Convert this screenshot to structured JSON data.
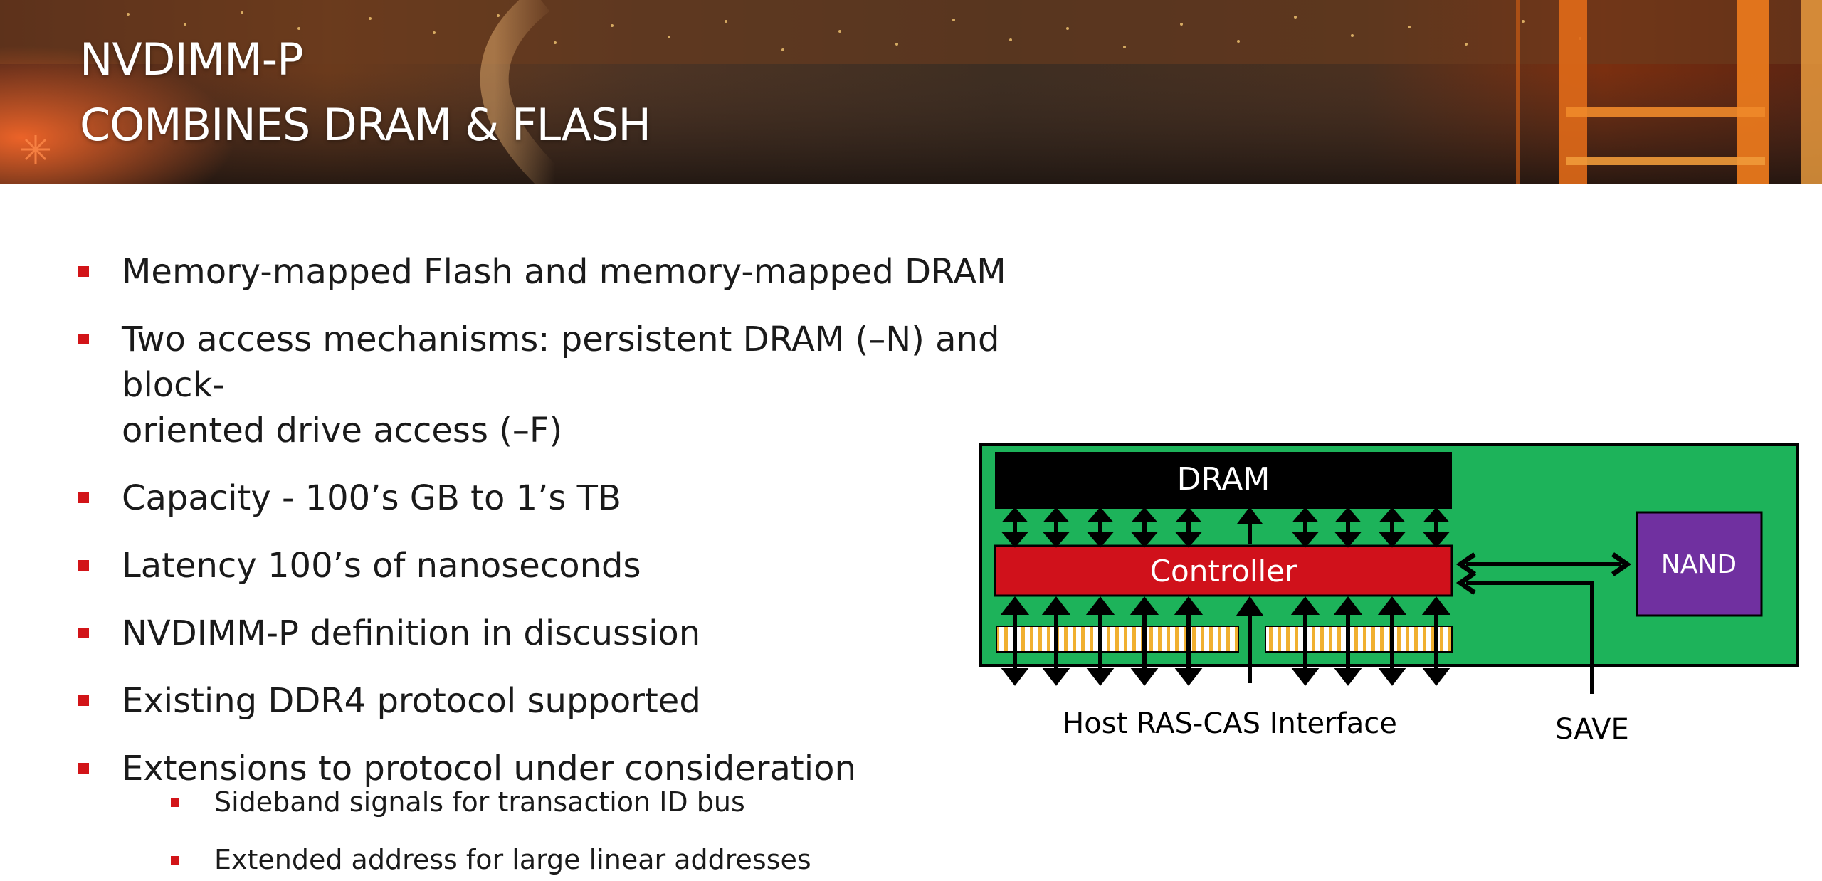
{
  "slide": {
    "title_line1": "NVDIMM-P",
    "title_line2": "COMBINES DRAM & FLASH",
    "bullets": [
      "Memory-mapped Flash and memory-mapped DRAM",
      "Two access mechanisms: persistent DRAM (–N) and block-oriented drive access (–F)",
      "Capacity - 100’s GB to 1’s TB",
      "Latency 100’s of nanoseconds",
      "NVDIMM-P definition in discussion",
      "Existing DDR4 protocol supported",
      "Extensions to protocol  under consideration"
    ],
    "bullet2_line1": "Two access mechanisms: persistent DRAM (–N) and block-",
    "bullet2_line2": "oriented drive access (–F)",
    "sub_bullets": [
      "Sideband signals for transaction ID bus",
      "Extended address for large linear addresses"
    ]
  },
  "diagram": {
    "dram_label": "DRAM",
    "controller_label": "Controller",
    "nand_label": "NAND",
    "host_label": "Host RAS-CAS Interface",
    "save_label": "SAVE",
    "colors": {
      "board": "#1db35a",
      "dram": "#000000",
      "controller": "#d0111b",
      "nand": "#7030a0",
      "pins": "#ffffff",
      "pin_stripes": "#f0b030",
      "bullet": "#d21418"
    }
  }
}
